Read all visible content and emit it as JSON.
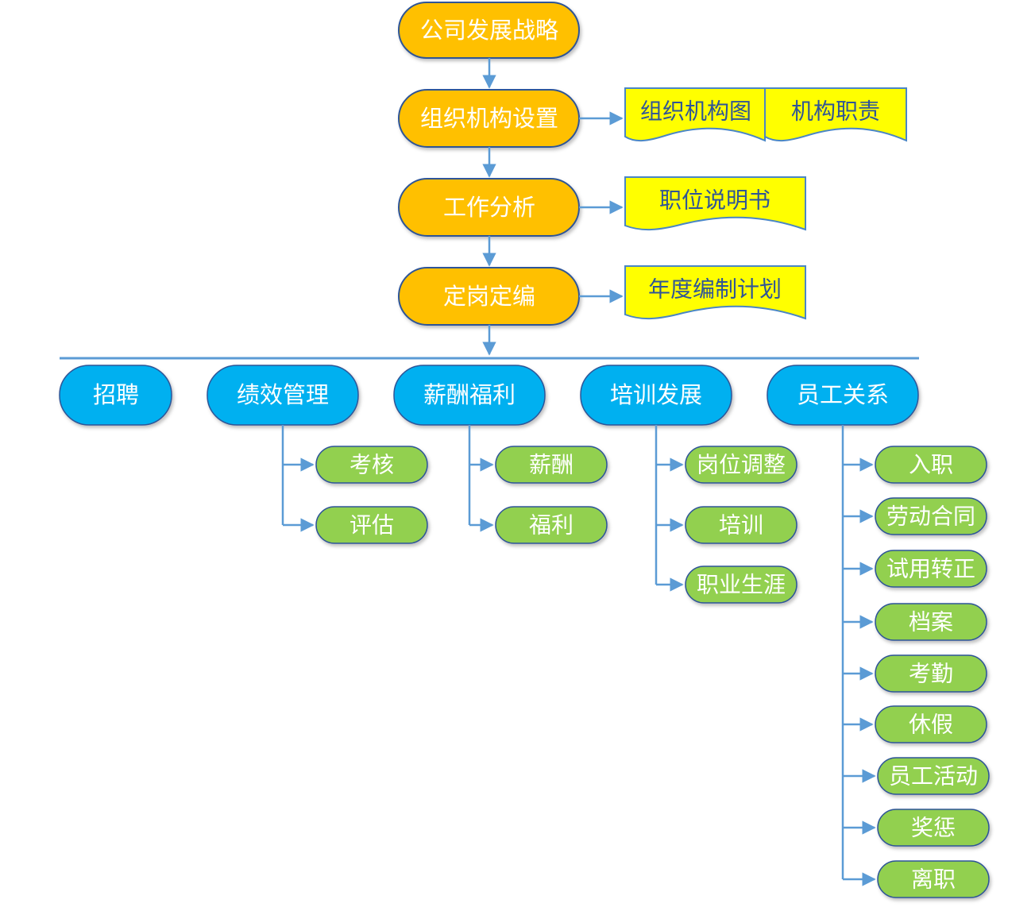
{
  "colors": {
    "orange_fill": "#FFC000",
    "orange_stroke": "#2F5597",
    "yellow_fill": "#FFFF00",
    "doc_stroke": "#4A86C5",
    "blue_fill": "#00B0F0",
    "green_fill": "#92D050",
    "arrow": "#5B9BD5",
    "bar": "#5B9BD5"
  },
  "main_flow": [
    {
      "label": "公司发展战略"
    },
    {
      "label": "组织机构设置"
    },
    {
      "label": "工作分析"
    },
    {
      "label": "定岗定编"
    }
  ],
  "documents": [
    {
      "label": "组织机构图"
    },
    {
      "label": "机构职责"
    },
    {
      "label": "职位说明书"
    },
    {
      "label": "年度编制计划"
    }
  ],
  "modules": [
    {
      "label": "招聘",
      "children": []
    },
    {
      "label": "绩效管理",
      "children": [
        {
          "label": "考核"
        },
        {
          "label": "评估"
        }
      ]
    },
    {
      "label": "薪酬福利",
      "children": [
        {
          "label": "薪酬"
        },
        {
          "label": "福利"
        }
      ]
    },
    {
      "label": "培训发展",
      "children": [
        {
          "label": "岗位调整"
        },
        {
          "label": "培训"
        },
        {
          "label": "职业生涯"
        }
      ]
    },
    {
      "label": "员工关系",
      "children": [
        {
          "label": "入职"
        },
        {
          "label": "劳动合同"
        },
        {
          "label": "试用转正"
        },
        {
          "label": "档案"
        },
        {
          "label": "考勤"
        },
        {
          "label": "休假"
        },
        {
          "label": "员工活动"
        },
        {
          "label": "奖惩"
        },
        {
          "label": "离职"
        }
      ]
    }
  ]
}
